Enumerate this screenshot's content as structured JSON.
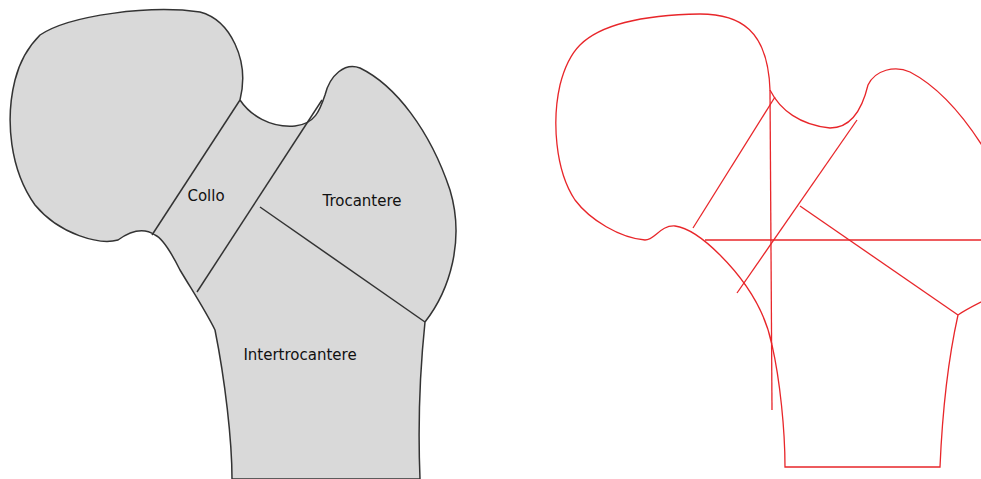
{
  "diagram": {
    "labels": [
      "Collo",
      "Trocantere",
      "Intertrocantere"
    ]
  }
}
